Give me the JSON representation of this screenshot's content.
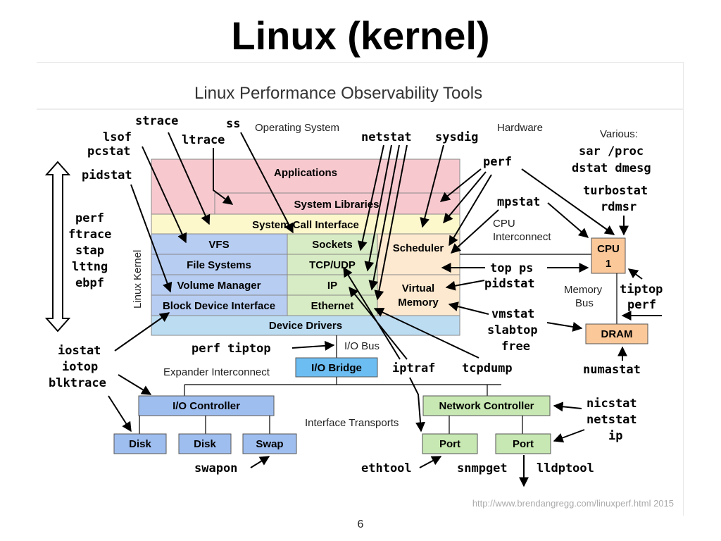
{
  "slide": {
    "title": "Linux (kernel)",
    "page_number": "6"
  },
  "figure": {
    "title": "Linux Performance Observability Tools",
    "credit": "http://www.brendangregg.com/linuxperf.html 2015",
    "section_labels": {
      "os": "Operating System",
      "hardware": "Hardware",
      "various": "Various:",
      "linux_kernel": "Linux Kernel",
      "cpu_interconnect_1": "CPU",
      "cpu_interconnect_2": "Interconnect",
      "memory_bus_1": "Memory",
      "memory_bus_2": "Bus",
      "io_bus": "I/O Bus",
      "expander": "Expander Interconnect",
      "transports": "Interface Transports"
    },
    "boxes": {
      "applications": "Applications",
      "system_libraries": "System Libraries",
      "syscall": "System Call Interface",
      "vfs": "VFS",
      "file_systems": "File Systems",
      "volume_manager": "Volume Manager",
      "block_device": "Block Device Interface",
      "sockets": "Sockets",
      "tcp_udp": "TCP/UDP",
      "ip": "IP",
      "ethernet": "Ethernet",
      "scheduler": "Scheduler",
      "virtual_1": "Virtual",
      "virtual_2": "Memory",
      "device_drivers": "Device Drivers",
      "io_bridge": "I/O Bridge",
      "io_controller": "I/O Controller",
      "disk1": "Disk",
      "disk2": "Disk",
      "swap": "Swap",
      "network_controller": "Network Controller",
      "port1": "Port",
      "port2": "Port",
      "cpu_1": "CPU",
      "cpu_2": "1",
      "dram": "DRAM"
    },
    "tools": {
      "strace": "strace",
      "ss": "ss",
      "lsof": "lsof",
      "pcstat": "pcstat",
      "ltrace": "ltrace",
      "pidstat_top": "pidstat",
      "netstat": "netstat",
      "sysdig": "sysdig",
      "various_1": "sar /proc",
      "various_2": "dstat dmesg",
      "perf_top": "perf",
      "turbostat": "turbostat",
      "rdmsr": "rdmsr",
      "mpstat": "mpstat",
      "left_1": "perf",
      "left_2": "ftrace",
      "left_3": "stap",
      "left_4": "lttng",
      "left_5": "ebpf",
      "top_ps": "top ps",
      "pidstat_mid": "pidstat",
      "tiptop": "tiptop",
      "perf_right": "perf",
      "vmstat": "vmstat",
      "slabtop": "slabtop",
      "free": "free",
      "iostat": "iostat",
      "iotop": "iotop",
      "blktrace": "blktrace",
      "perf_tiptop": "perf tiptop",
      "iptraf": "iptraf",
      "tcpdump": "tcpdump",
      "numastat": "numastat",
      "nicstat": "nicstat",
      "netstat_hw": "netstat",
      "ip_tool": "ip",
      "swapon": "swapon",
      "ethtool": "ethtool",
      "snmpget": "snmpget",
      "lldptool": "lldptool"
    },
    "colors": {
      "applications": "#f7c9cf",
      "syscall": "#fdf7cc",
      "vfs_stack": "#b7cdf2",
      "network_stack": "#d7ebc4",
      "sched_mem": "#fde9cf",
      "device_drivers": "#bcdcf2",
      "io_bridge": "#6cbdf2",
      "io_controller": "#9fbef0",
      "network_controller": "#c7e8b2",
      "cpu_dram": "#fbc899"
    }
  }
}
